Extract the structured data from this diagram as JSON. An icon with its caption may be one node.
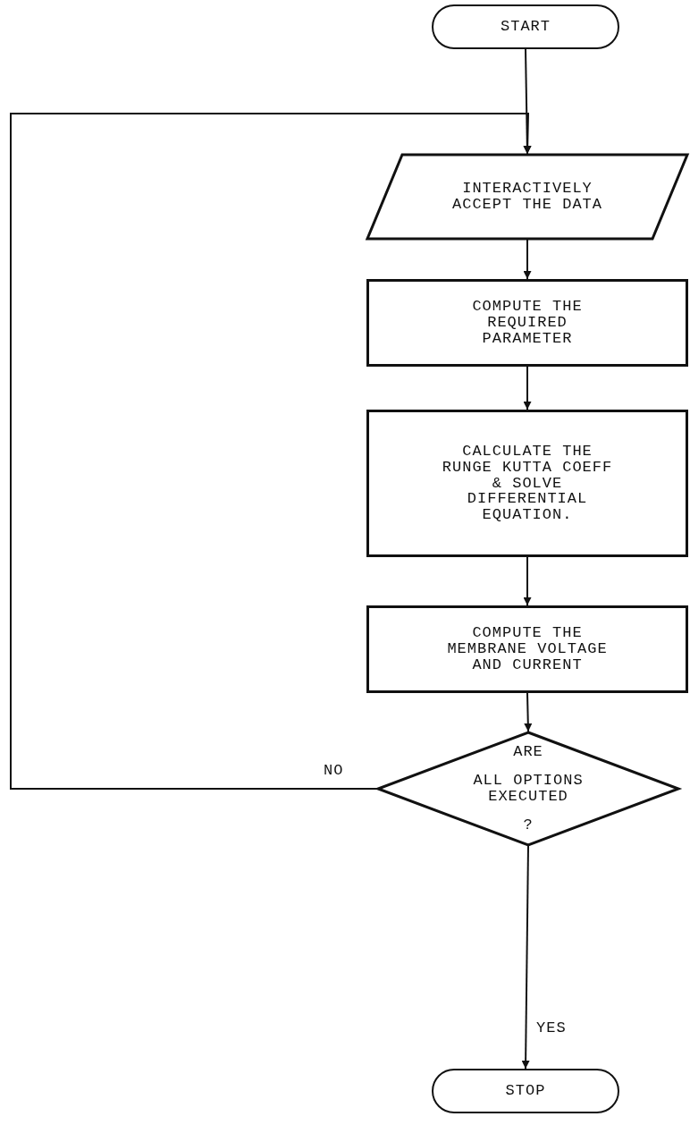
{
  "diagram": {
    "nodes": [
      {
        "text": [
          "START"
        ]
      },
      {
        "text": [
          "INTERACTIVELY ACCEPT THE DATA"
        ]
      },
      {
        "text": [
          "COMPUTE THE REQUIRED PARAMETER"
        ]
      },
      {
        "text": [
          "CALCULATE THE RUNGE KUTTA COEFF & SOLVE DIFFERENTIAL EQUATION."
        ]
      },
      {
        "text": [
          "COMPUTE THE MEMBRANE VOLTAGE AND CURRENT"
        ]
      },
      {
        "text": [
          "ARE",
          "ALL OPTIONS EXECUTED",
          "?"
        ]
      },
      {
        "text": [
          "STOP"
        ]
      }
    ],
    "edges": [
      {
        "from": 0,
        "to": 1,
        "arrow": "to"
      },
      {
        "from": 1,
        "to": 2,
        "arrow": "to"
      },
      {
        "from": 2,
        "to": 3,
        "arrow": "to"
      },
      {
        "from": 3,
        "to": 4,
        "arrow": "to"
      },
      {
        "from": 4,
        "to": 5,
        "arrow": "to"
      },
      {
        "from": 5,
        "to": 1,
        "arrow": "to",
        "label": "NO"
      },
      {
        "from": 5,
        "to": 6,
        "arrow": "to",
        "label": "YES"
      }
    ]
  }
}
